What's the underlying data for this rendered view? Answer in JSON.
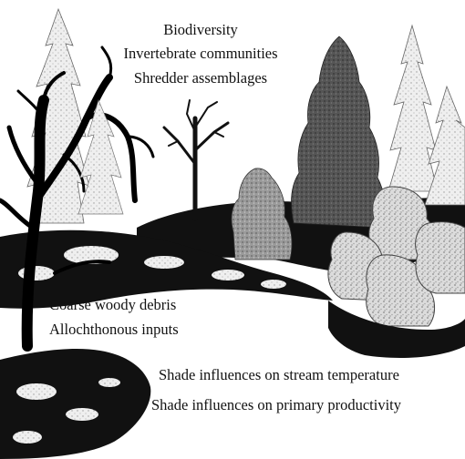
{
  "top_labels": {
    "line1": "Biodiversity",
    "line2": "Invertebrate communities",
    "line3": "Shredder assemblages"
  },
  "middle_labels": {
    "line1": "Coarse woody debris",
    "line2": "Allochthonous inputs"
  },
  "bottom_labels": {
    "line1": "Shade influences on stream temperature",
    "line2": "Shade influences on primary productivity"
  }
}
